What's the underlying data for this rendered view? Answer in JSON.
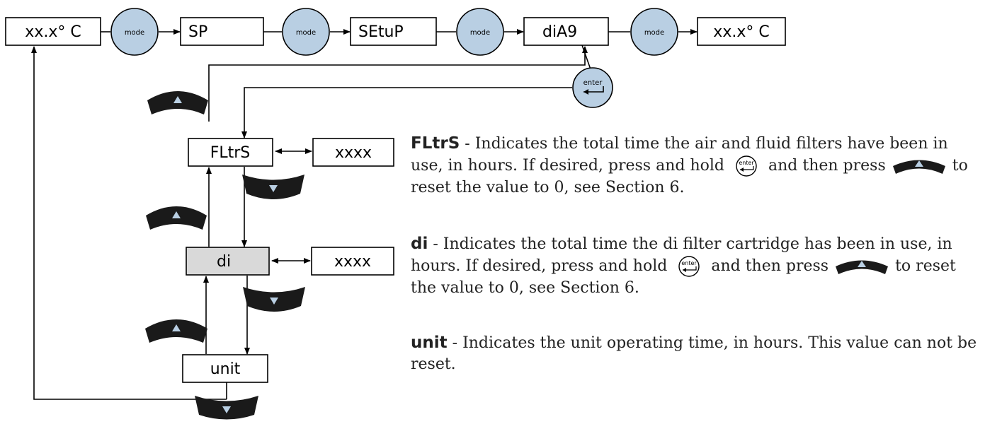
{
  "menu_boxes": {
    "temp_start": "xx.x° C",
    "sp": "SP",
    "setup": "SEtuP",
    "diag": "diA9",
    "temp_end": "xx.x° C"
  },
  "sub_boxes": {
    "fltrs": "FLtrS",
    "fltrs_value": "xxxx",
    "di": "di",
    "di_value": "xxxx",
    "unit": "unit"
  },
  "buttons": {
    "mode_label": "mode",
    "enter_label": "enter"
  },
  "descriptions": [
    {
      "term": "FLtrS",
      "dash": " - ",
      "text_a": "Indicates the total time the air and fluid filters have been in use, in hours. If desired, press and hold",
      "text_b": "and then press",
      "text_c": "to reset the value to 0, see Section 6."
    },
    {
      "term": "di",
      "dash": " - ",
      "text_a": "Indicates the total time the di filter cartridge has been in use, in hours. If desired, press and hold",
      "text_b": "and then press",
      "text_c": "to reset the value to 0, see Section 6."
    },
    {
      "term": "unit",
      "dash": " - ",
      "text_a": "Indicates the unit operating time, in hours. This value can not be reset."
    }
  ],
  "colors": {
    "button_fill": "#b9cfe3",
    "highlight_box": "#d9d9d9",
    "arrow_key": "#1a1a1a"
  }
}
